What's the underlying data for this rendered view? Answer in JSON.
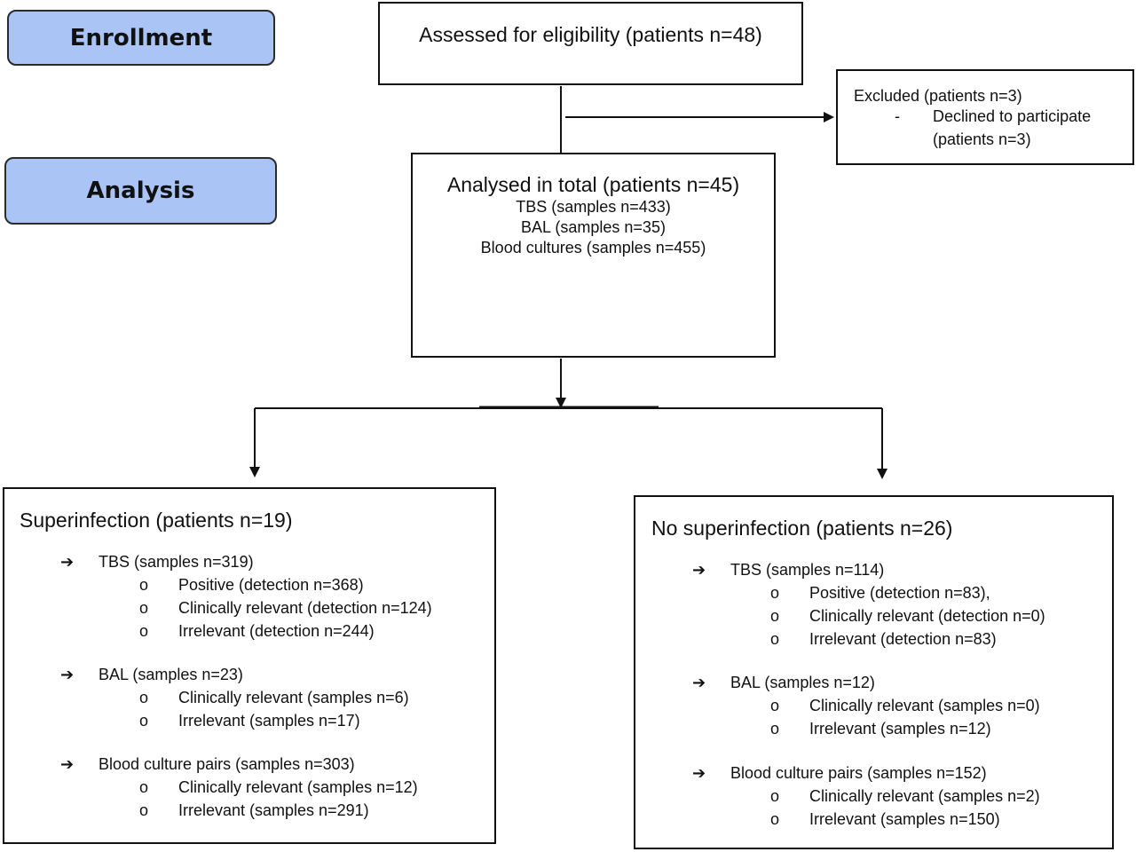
{
  "phases": {
    "enrollment": "Enrollment",
    "analysis": "Analysis"
  },
  "assessed": {
    "text": "Assessed for eligibility (patients n=48)"
  },
  "excluded": {
    "title": "Excluded (patients n=3)",
    "dash": "-",
    "reason_line1": "Declined to participate",
    "reason_line2": "(patients n=3)"
  },
  "analysed": {
    "title": "Analysed in total (patients n=45)",
    "lines": [
      "TBS (samples n=433)",
      "BAL (samples n=35)",
      "Blood cultures (samples n=455)"
    ]
  },
  "superinfection": {
    "title": "Superinfection (patients n=19)",
    "groups": [
      {
        "head": "TBS (samples n=319)",
        "items": [
          "Positive (detection n=368)",
          "Clinically relevant (detection n=124)",
          "Irrelevant (detection n=244)"
        ]
      },
      {
        "head": "BAL (samples n=23)",
        "items": [
          "Clinically relevant (samples n=6)",
          "Irrelevant (samples n=17)"
        ]
      },
      {
        "head": "Blood culture pairs (samples n=303)",
        "items": [
          "Clinically relevant (samples n=12)",
          "Irrelevant (samples n=291)"
        ]
      }
    ]
  },
  "no_superinfection": {
    "title": "No superinfection (patients n=26)",
    "groups": [
      {
        "head": "TBS (samples n=114)",
        "items": [
          "Positive (detection n=83),",
          "Clinically relevant (detection n=0)",
          "Irrelevant (detection n=83)"
        ]
      },
      {
        "head": "BAL (samples n=12)",
        "items": [
          "Clinically relevant (samples n=0)",
          "Irrelevant (samples n=12)"
        ]
      },
      {
        "head": "Blood culture pairs (samples n=152)",
        "items": [
          "Clinically relevant (samples n=2)",
          "Irrelevant (samples n=150)"
        ]
      }
    ]
  },
  "glyphs": {
    "arrow": "➔",
    "circle": "o"
  },
  "colors": {
    "phase_fill": "#a9c4f5",
    "line": "#111111"
  }
}
